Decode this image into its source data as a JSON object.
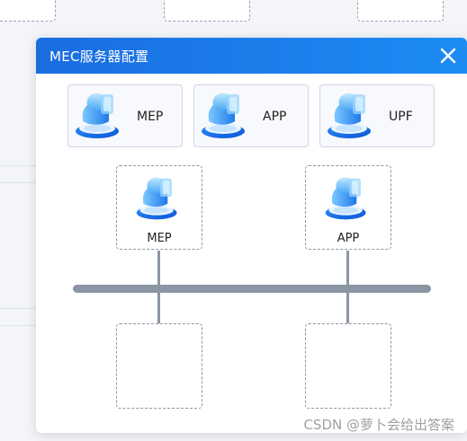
{
  "dialog": {
    "title": "MEC服务器配置",
    "close_icon": "close-icon"
  },
  "palette": [
    {
      "label": "MEP",
      "icon": "server-icon"
    },
    {
      "label": "APP",
      "icon": "server-icon"
    },
    {
      "label": "UPF",
      "icon": "server-icon"
    }
  ],
  "topology": {
    "nodes": [
      {
        "label": "MEP",
        "icon": "server-icon"
      },
      {
        "label": "APP",
        "icon": "server-icon"
      }
    ],
    "bus": "network-bus"
  },
  "watermark": "CSDN @萝卜会给出答案",
  "colors": {
    "header_start": "#1a6de0",
    "header_end": "#1d8cf5",
    "icon_blue": "#1e7ef0",
    "bus": "#8b95a3"
  }
}
